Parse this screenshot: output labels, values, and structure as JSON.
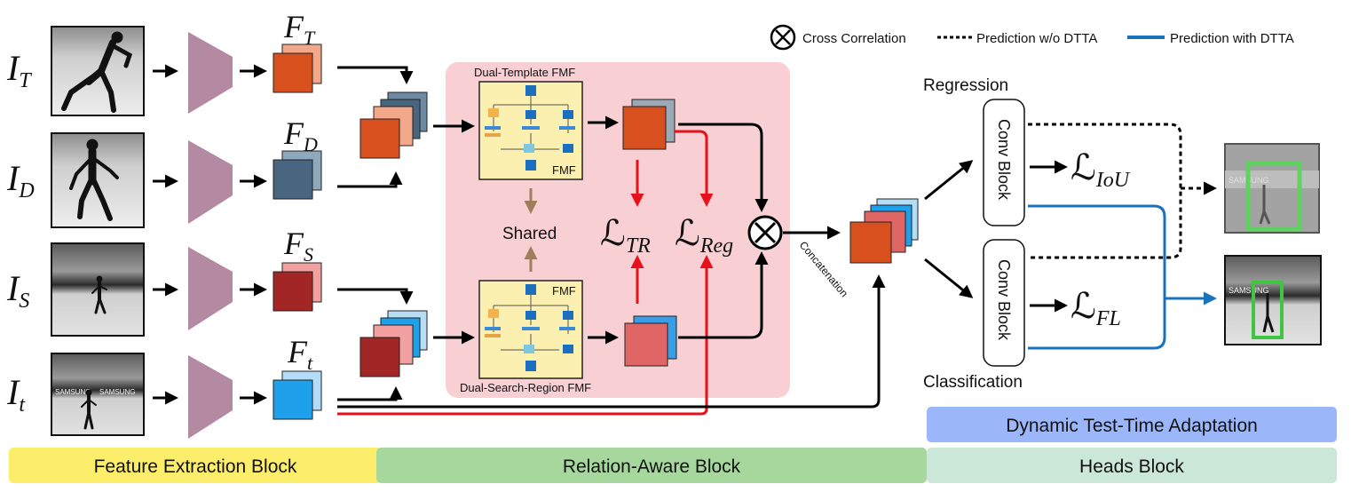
{
  "inputs": {
    "template": {
      "base": "I",
      "sub": "T"
    },
    "dynamic": {
      "base": "I",
      "sub": "D"
    },
    "search": {
      "base": "I",
      "sub": "S"
    },
    "current": {
      "base": "I",
      "sub": "t"
    }
  },
  "features": {
    "template": {
      "base": "F",
      "sub": "T"
    },
    "dynamic": {
      "base": "F",
      "sub": "D"
    },
    "search": {
      "base": "F",
      "sub": "S"
    },
    "current": {
      "base": "F",
      "sub": "t"
    }
  },
  "relation": {
    "dual_template_label": "Dual-Template FMF",
    "dual_search_label": "Dual-Search-Region FMF",
    "fmf_top_tag": "FMF",
    "fmf_bottom_tag": "FMF",
    "shared_label": "Shared",
    "loss_tr": {
      "base": "ℒ",
      "sub": "TR"
    },
    "loss_reg": {
      "base": "ℒ",
      "sub": "Reg"
    }
  },
  "legend": {
    "cross_correlation": "Cross Correlation",
    "prediction_without": "Prediction w/o DTTA",
    "prediction_with": "Prediction with DTTA"
  },
  "concatenation_label": "Concatenation",
  "heads": {
    "regression_label": "Regression",
    "classification_label": "Classification",
    "conv_block_top": "Conv Block",
    "conv_block_bottom": "Conv Block",
    "loss_iou": {
      "base": "ℒ",
      "sub": "IoU"
    },
    "loss_fl": {
      "base": "ℒ",
      "sub": "FL"
    }
  },
  "bands": {
    "dtta": "Dynamic Test-Time Adaptation",
    "feature_extraction": "Feature Extraction Block",
    "relation_aware": "Relation-Aware Block",
    "heads_block": "Heads Block"
  },
  "colors": {
    "template_feature": "#d9501f",
    "dynamic_feature": "#4a6580",
    "search_feature": "#a32626",
    "current_feature": "#1fa0ea",
    "backbone": "#b48aa3",
    "relation_bg": "#f8cfd3",
    "fmf_box": "#fbf0b0",
    "feature_band": "#fcee6a",
    "relation_band": "#a6d89e",
    "heads_band": "#cbe7d7",
    "dtta_band": "#9bb7fa",
    "red_arrow": "#e8101a",
    "blue_line": "#1a72bd",
    "brown_arrow": "#a07e5b",
    "green_box": "#3fc53f"
  }
}
